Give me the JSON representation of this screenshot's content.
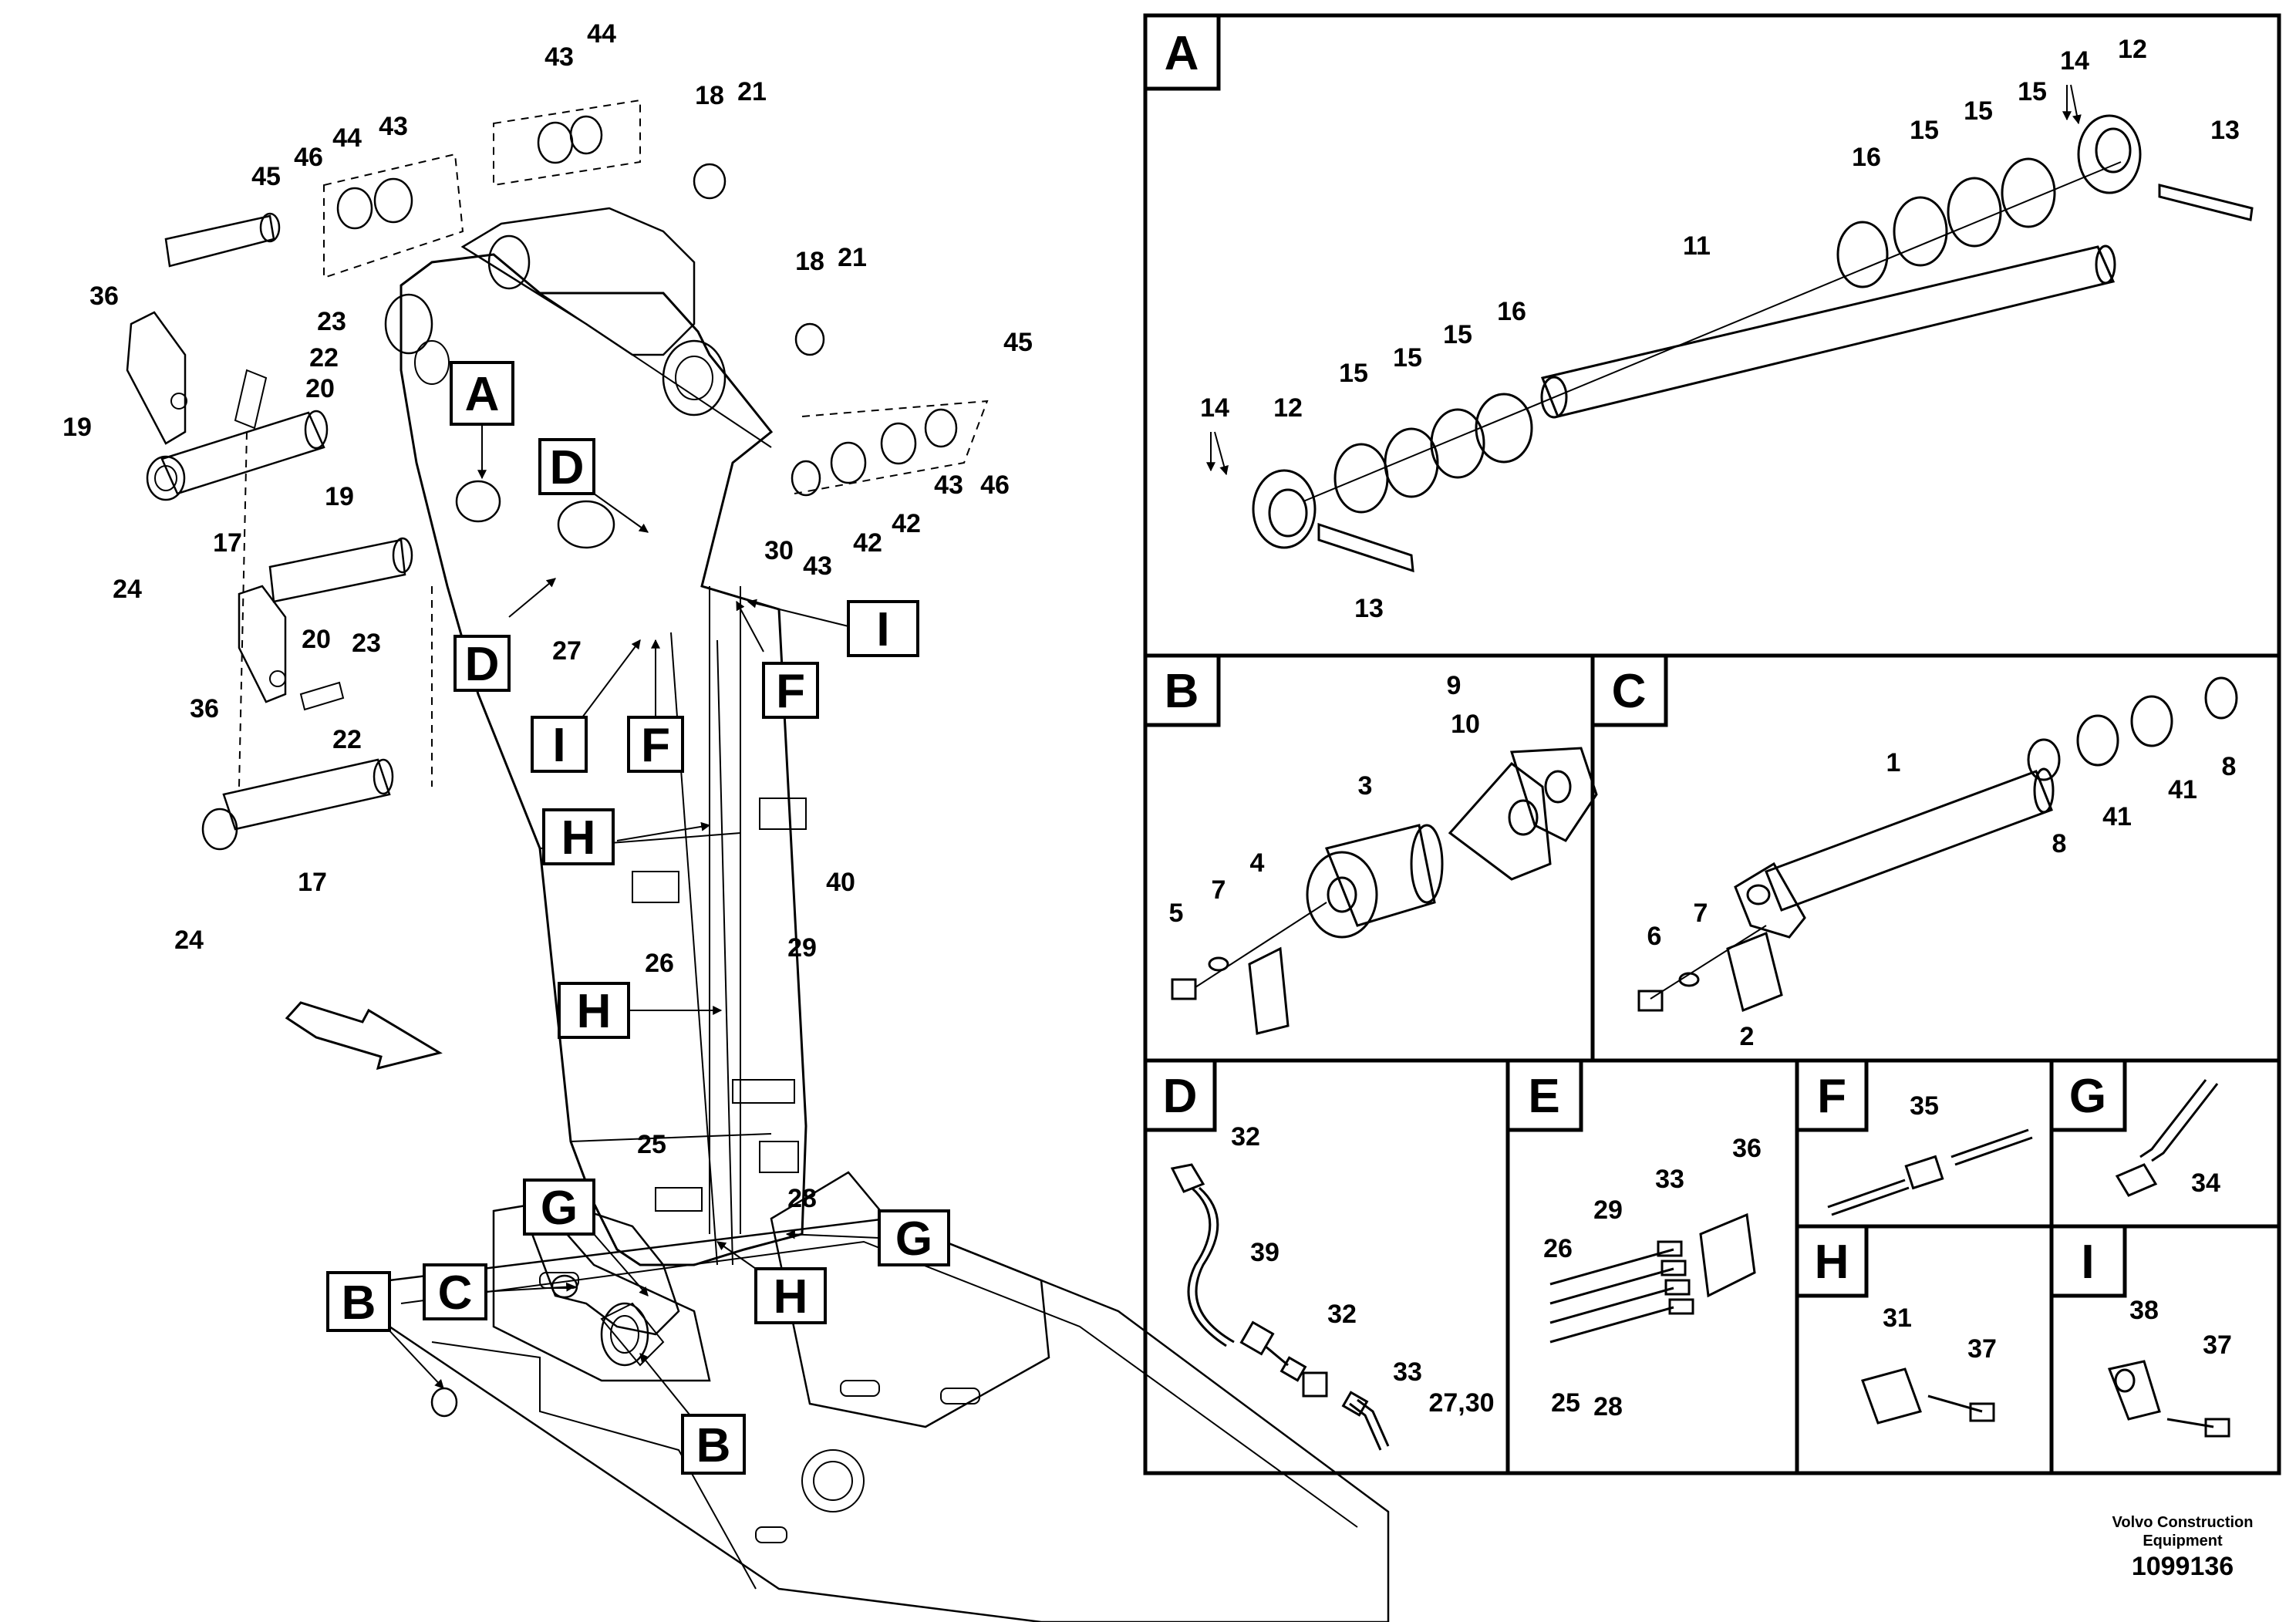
{
  "main_callouts": [
    {
      "id": "A",
      "label": "A"
    },
    {
      "id": "D1",
      "label": "D"
    },
    {
      "id": "D2",
      "label": "D"
    },
    {
      "id": "I1",
      "label": "I"
    },
    {
      "id": "I2",
      "label": "I"
    },
    {
      "id": "F1",
      "label": "F"
    },
    {
      "id": "F2",
      "label": "F"
    },
    {
      "id": "H1",
      "label": "H"
    },
    {
      "id": "H2",
      "label": "H"
    },
    {
      "id": "H3",
      "label": "H"
    },
    {
      "id": "G1",
      "label": "G"
    },
    {
      "id": "G2",
      "label": "G"
    },
    {
      "id": "B1",
      "label": "B"
    },
    {
      "id": "B2",
      "label": "B"
    },
    {
      "id": "C1",
      "label": "C"
    }
  ],
  "main_part_numbers": [
    "43",
    "44",
    "44",
    "43",
    "45",
    "46",
    "18",
    "21",
    "18",
    "21",
    "36",
    "23",
    "22",
    "20",
    "19",
    "17",
    "24",
    "19",
    "36",
    "20",
    "23",
    "22",
    "17",
    "24",
    "45",
    "46",
    "43",
    "42",
    "42",
    "43",
    "30",
    "27",
    "40",
    "29",
    "26",
    "25",
    "28"
  ],
  "panels": {
    "A": {
      "label": "A",
      "parts": [
        "14",
        "12",
        "13",
        "15",
        "15",
        "15",
        "16",
        "11",
        "16",
        "15",
        "15",
        "15",
        "14",
        "12",
        "13"
      ]
    },
    "B": {
      "label": "B",
      "parts": [
        "9",
        "10",
        "3",
        "4",
        "7",
        "5"
      ]
    },
    "C": {
      "label": "C",
      "parts": [
        "1",
        "8",
        "41",
        "41",
        "8",
        "7",
        "6",
        "2"
      ]
    },
    "D": {
      "label": "D",
      "parts": [
        "32",
        "39",
        "32",
        "33",
        "27,30"
      ]
    },
    "E": {
      "label": "E",
      "parts": [
        "36",
        "33",
        "29",
        "26",
        "25",
        "28"
      ]
    },
    "F": {
      "label": "F",
      "parts": [
        "35"
      ]
    },
    "G": {
      "label": "G",
      "parts": [
        "34"
      ]
    },
    "H": {
      "label": "H",
      "parts": [
        "31",
        "37"
      ]
    },
    "I": {
      "label": "I",
      "parts": [
        "38",
        "37"
      ]
    }
  },
  "footer": {
    "company_line1": "Volvo Construction",
    "company_line2": "Equipment",
    "drawing_number": "1099136"
  },
  "colors": {
    "line": "#000000",
    "background": "#ffffff"
  }
}
